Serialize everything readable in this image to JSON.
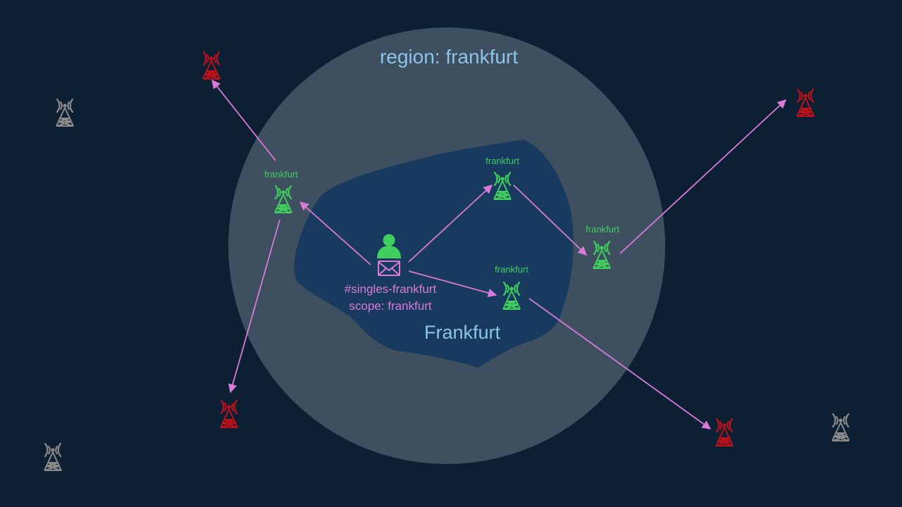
{
  "region_label": "region: frankfurt",
  "city_label": "Frankfurt",
  "channel": {
    "name": "#singles-frankfurt",
    "scope": "scope: frankfurt"
  },
  "node_label": "frankfurt",
  "colors": {
    "background": "#0d1f33",
    "region_fill": "#3e4f60",
    "city_fill": "#183a5f",
    "in_scope": "#3ecf5c",
    "out_of_scope": "#c0111a",
    "idle": "#8a8a8a",
    "flow": "#d97ad8",
    "region_text": "#8cc4ea",
    "user": "#3ecf5c",
    "message": "#d97ad8"
  },
  "icons": {
    "user": "person-icon",
    "message": "envelope-icon",
    "node": "radio-tower-icon"
  }
}
